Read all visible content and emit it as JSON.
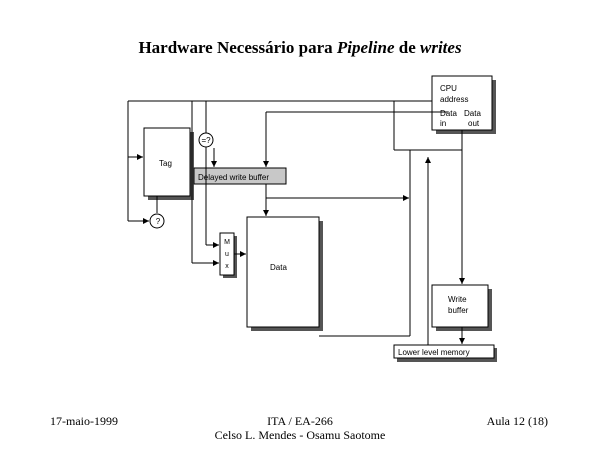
{
  "title": {
    "part1": "Hardware Necessário para ",
    "part2": "Pipeline",
    "part3": " de ",
    "part4": "writes"
  },
  "diagram": {
    "cpu_label": "CPU",
    "cpu_address": "address",
    "cpu_data_in_1": "Data",
    "cpu_data_in_2": "in",
    "cpu_data_out_1": "Data",
    "cpu_data_out_2": "out",
    "tag_label": "Tag",
    "compare_symbol": "=?",
    "check_symbol": "?",
    "delayed_write_buffer": "Delayed write buffer",
    "mux_m": "M",
    "mux_u": "u",
    "mux_x": "x",
    "data_label": "Data",
    "write_buffer_1": "Write",
    "write_buffer_2": "buffer",
    "lower_level_memory": "Lower level memory"
  },
  "footer": {
    "date": "17-maio-1999",
    "course": "ITA / EA-266",
    "authors": "Celso L. Mendes - Osamu Saotome",
    "lecture": "Aula 12 (18)"
  }
}
